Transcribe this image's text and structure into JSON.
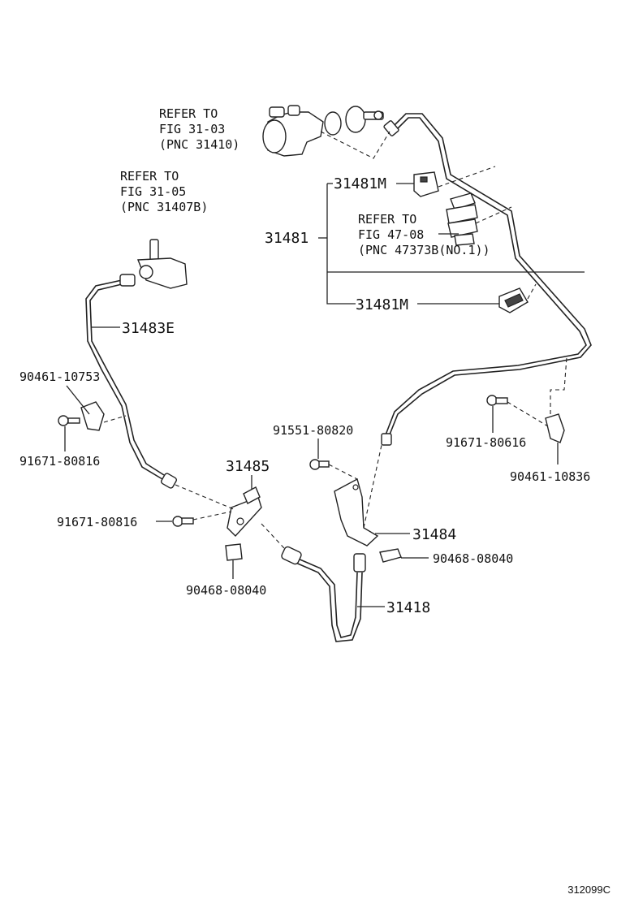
{
  "diagram_code": "312099C",
  "refer_31_03": {
    "line1": "REFER TO",
    "line2": "FIG 31-03",
    "line3": "(PNC 31410)"
  },
  "refer_31_05": {
    "line1": "REFER TO",
    "line2": "FIG 31-05",
    "line3": "(PNC 31407B)"
  },
  "refer_47_08": {
    "line1": "REFER TO",
    "line2": "FIG 47-08",
    "line3": "(PNC 47373B(NO.1))"
  },
  "parts": {
    "p31481": "31481",
    "p31481m_top": "31481M",
    "p31481m_bottom": "31481M",
    "p31483e": "31483E",
    "p90461_10753": "90461-10753",
    "p91671_80816_left": "91671-80816",
    "p91551_80820": "91551-80820",
    "p91671_80616": "91671-80616",
    "p90461_10836": "90461-10836",
    "p31485": "31485",
    "p91671_80816_mid": "91671-80816",
    "p31484": "31484",
    "p90468_08040_right": "90468-08040",
    "p90468_08040_left": "90468-08040",
    "p31418": "31418"
  }
}
